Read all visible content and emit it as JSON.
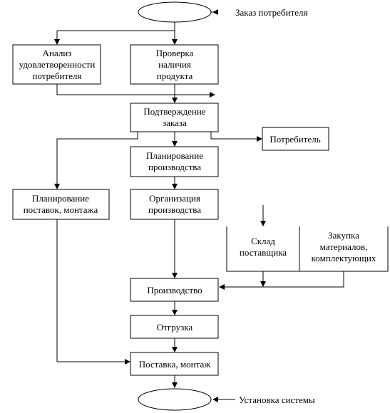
{
  "diagram": {
    "nodes": {
      "start_label": "Заказ потребителя",
      "analysis": [
        "Анализ",
        "удовлетворенности",
        "потребителя"
      ],
      "check": [
        "Проверка",
        "наличия",
        "продукта"
      ],
      "confirm": [
        "Подтверждение",
        "заказа"
      ],
      "consumer": "Потребитель",
      "prod_plan": [
        "Планирование",
        "производства"
      ],
      "supply_plan": [
        "Планирование",
        "поставок, монтажа"
      ],
      "prod_org": [
        "Организация",
        "производства"
      ],
      "warehouse": [
        "Склад",
        "поставщика"
      ],
      "purchase": [
        "Закупка",
        "материалов,",
        "комплектующих"
      ],
      "production": "Производство",
      "shipment": "Отгрузка",
      "delivery": "Поставка, монтаж",
      "end_label": "Установка системы"
    }
  }
}
